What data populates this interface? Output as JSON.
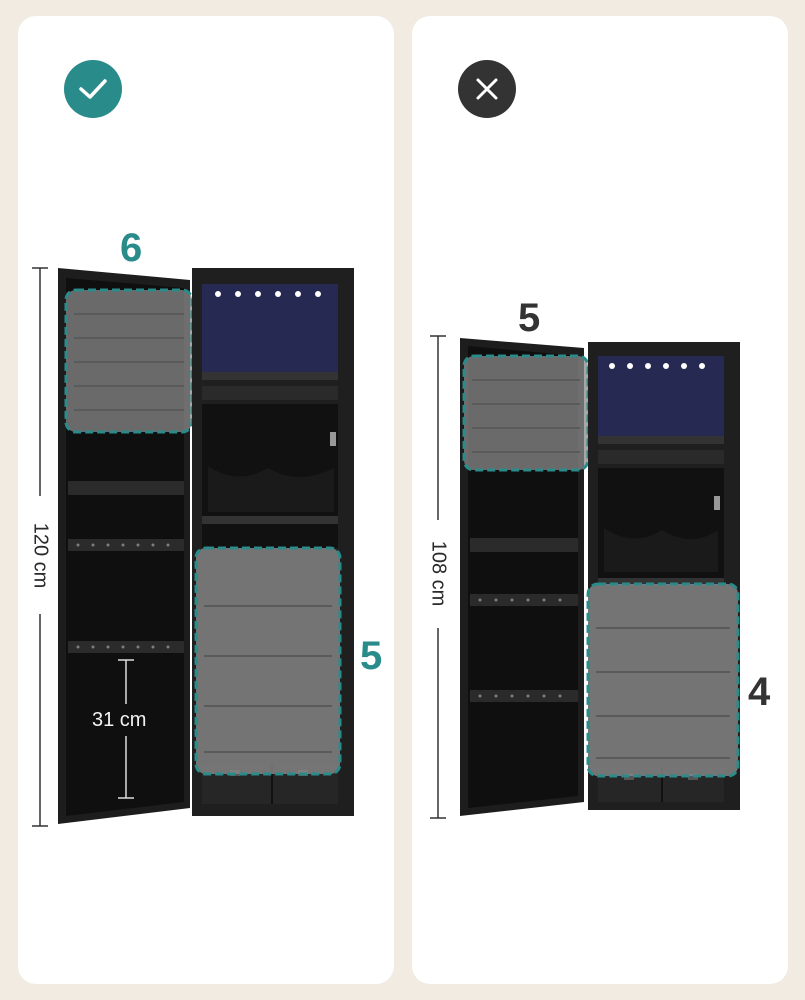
{
  "left_panel": {
    "badge_icon": "check-icon",
    "badge_color": "#2a8b8b",
    "upper_count": "6",
    "lower_count": "5",
    "height_label": "120 cm",
    "inner_label": "31 cm",
    "accent_color": "#2a8b8b"
  },
  "right_panel": {
    "badge_icon": "close-icon",
    "badge_color": "#333333",
    "upper_count": "5",
    "lower_count": "4",
    "height_label": "108 cm",
    "count_color": "#333333"
  }
}
